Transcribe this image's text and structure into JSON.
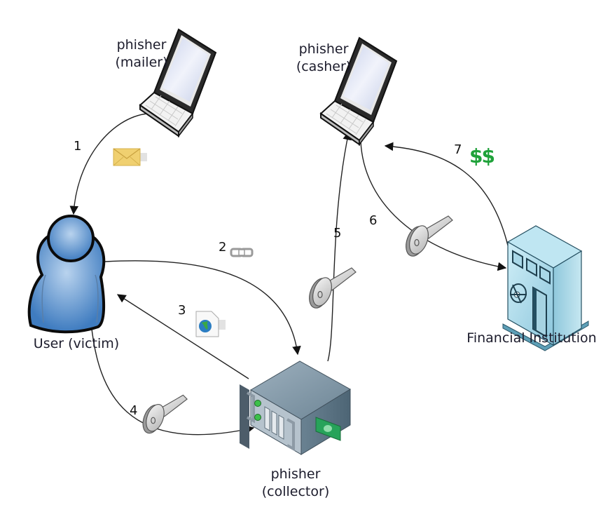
{
  "diagram": {
    "title": "Phishing attack flow",
    "colors": {
      "money": "#1fa23a",
      "user": "#4a86c8",
      "building": "#a9d8e8",
      "server": "#6f8799"
    },
    "nodes": {
      "mailer": {
        "label_line1": "phisher",
        "label_line2": "(mailer)",
        "icon": "laptop-icon"
      },
      "casher": {
        "label_line1": "phisher",
        "label_line2": "(casher)",
        "icon": "laptop-icon"
      },
      "user": {
        "label": "User (victim)",
        "icon": "user-icon"
      },
      "collector": {
        "label_line1": "phisher",
        "label_line2": "(collector)",
        "icon": "server-icon"
      },
      "bank": {
        "label": "Financial Institution",
        "icon": "bank-building-icon"
      }
    },
    "steps": [
      {
        "number": "1",
        "from": "mailer",
        "to": "user",
        "icon": "email-icon"
      },
      {
        "number": "2",
        "from": "user",
        "to": "collector",
        "icon": "link-icon"
      },
      {
        "number": "3",
        "from": "collector",
        "to": "user",
        "icon": "web-page-icon"
      },
      {
        "number": "4",
        "from": "user",
        "to": "collector",
        "icon": "key-icon"
      },
      {
        "number": "5",
        "from": "collector",
        "to": "casher",
        "icon": "key-icon"
      },
      {
        "number": "6",
        "from": "casher",
        "to": "bank",
        "icon": "key-icon"
      },
      {
        "number": "7",
        "from": "bank",
        "to": "casher",
        "icon": "money-symbol",
        "annotation": "$$"
      }
    ]
  }
}
